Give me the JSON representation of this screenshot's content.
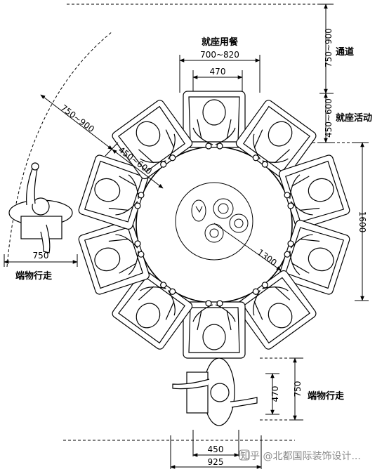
{
  "labels": {
    "dining_seat": "就座用餐",
    "passage": "通道",
    "seat_activity": "就座活动",
    "serving_walk_left": "端物行走",
    "serving_walk_bottom": "端物行走"
  },
  "dimensions": {
    "seat_width_range": "700~820",
    "seat_width": "470",
    "passage_range": "750~900",
    "activity_range": "450~600",
    "table_span": "1600",
    "diag_passage_range": "750~900",
    "diag_activity_range": "450~600",
    "radius": "1300",
    "left_walk_width": "750",
    "bottom_walk_height": "750",
    "bottom_walk_inner": "470",
    "bottom_width_inner": "450",
    "bottom_width_outer": "925"
  },
  "watermark": {
    "text": "知乎 @北都国际装饰设计..."
  },
  "colors": {
    "line": "#000000",
    "watermark": "#8a8a8a"
  },
  "icons": {
    "watermark_logo": "zhihu-logo-icon"
  }
}
